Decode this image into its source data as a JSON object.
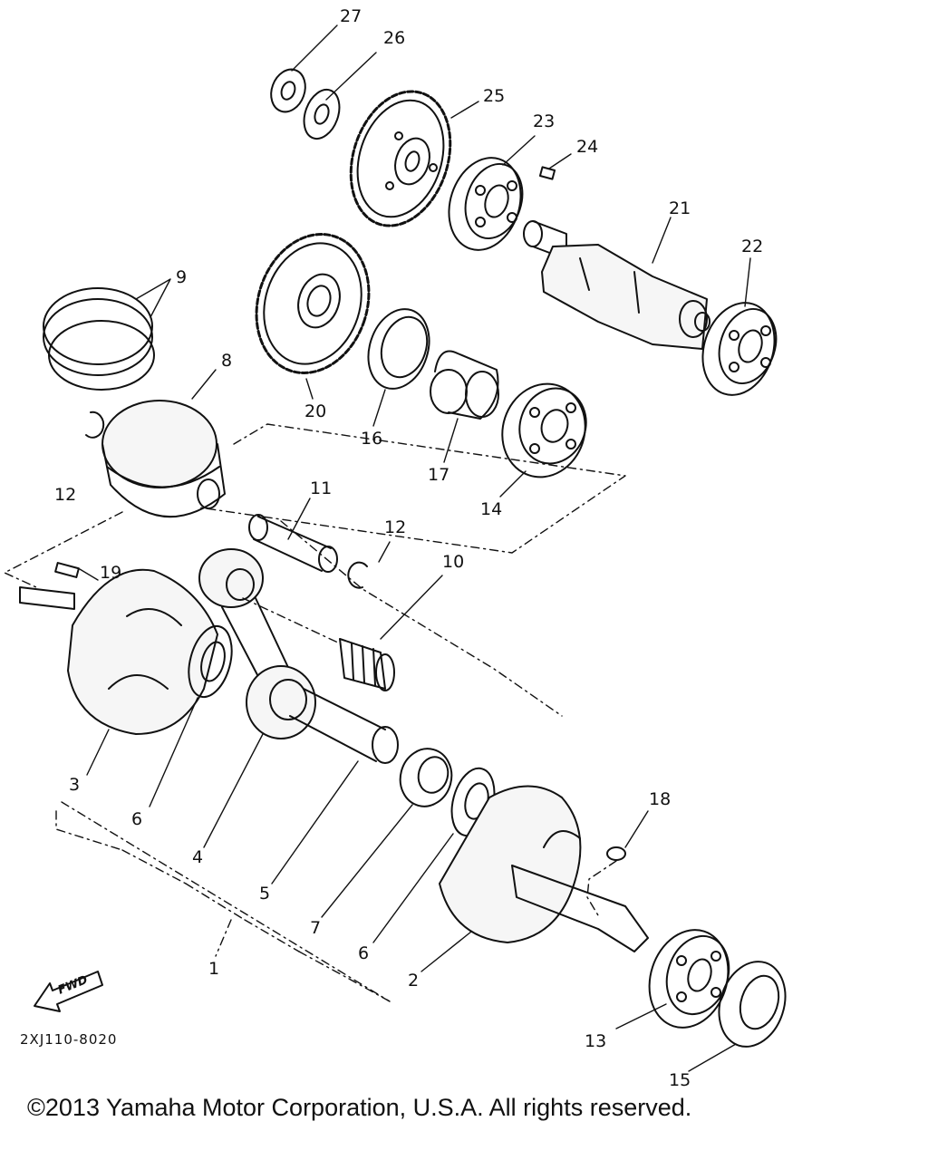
{
  "diagram": {
    "callouts": [
      {
        "id": "n27",
        "label": "27"
      },
      {
        "id": "n26",
        "label": "26"
      },
      {
        "id": "n25",
        "label": "25"
      },
      {
        "id": "n23",
        "label": "23"
      },
      {
        "id": "n24",
        "label": "24"
      },
      {
        "id": "n21",
        "label": "21"
      },
      {
        "id": "n22",
        "label": "22"
      },
      {
        "id": "n9",
        "label": "9"
      },
      {
        "id": "n8",
        "label": "8"
      },
      {
        "id": "n20",
        "label": "20"
      },
      {
        "id": "n16",
        "label": "16"
      },
      {
        "id": "n17",
        "label": "17"
      },
      {
        "id": "n14",
        "label": "14"
      },
      {
        "id": "n12a",
        "label": "12"
      },
      {
        "id": "n11",
        "label": "11"
      },
      {
        "id": "n12b",
        "label": "12"
      },
      {
        "id": "n10",
        "label": "10"
      },
      {
        "id": "n19",
        "label": "19"
      },
      {
        "id": "n3",
        "label": "3"
      },
      {
        "id": "n6a",
        "label": "6"
      },
      {
        "id": "n4",
        "label": "4"
      },
      {
        "id": "n5",
        "label": "5"
      },
      {
        "id": "n1",
        "label": "1"
      },
      {
        "id": "n7",
        "label": "7"
      },
      {
        "id": "n6b",
        "label": "6"
      },
      {
        "id": "n2",
        "label": "2"
      },
      {
        "id": "n18",
        "label": "18"
      },
      {
        "id": "n13",
        "label": "13"
      },
      {
        "id": "n15",
        "label": "15"
      }
    ],
    "diagram_code": "2XJ110-8020",
    "fwd_label": "FWD"
  },
  "footer": {
    "copyright": "©2013 Yamaha Motor Corporation, U.S.A. All rights reserved."
  }
}
